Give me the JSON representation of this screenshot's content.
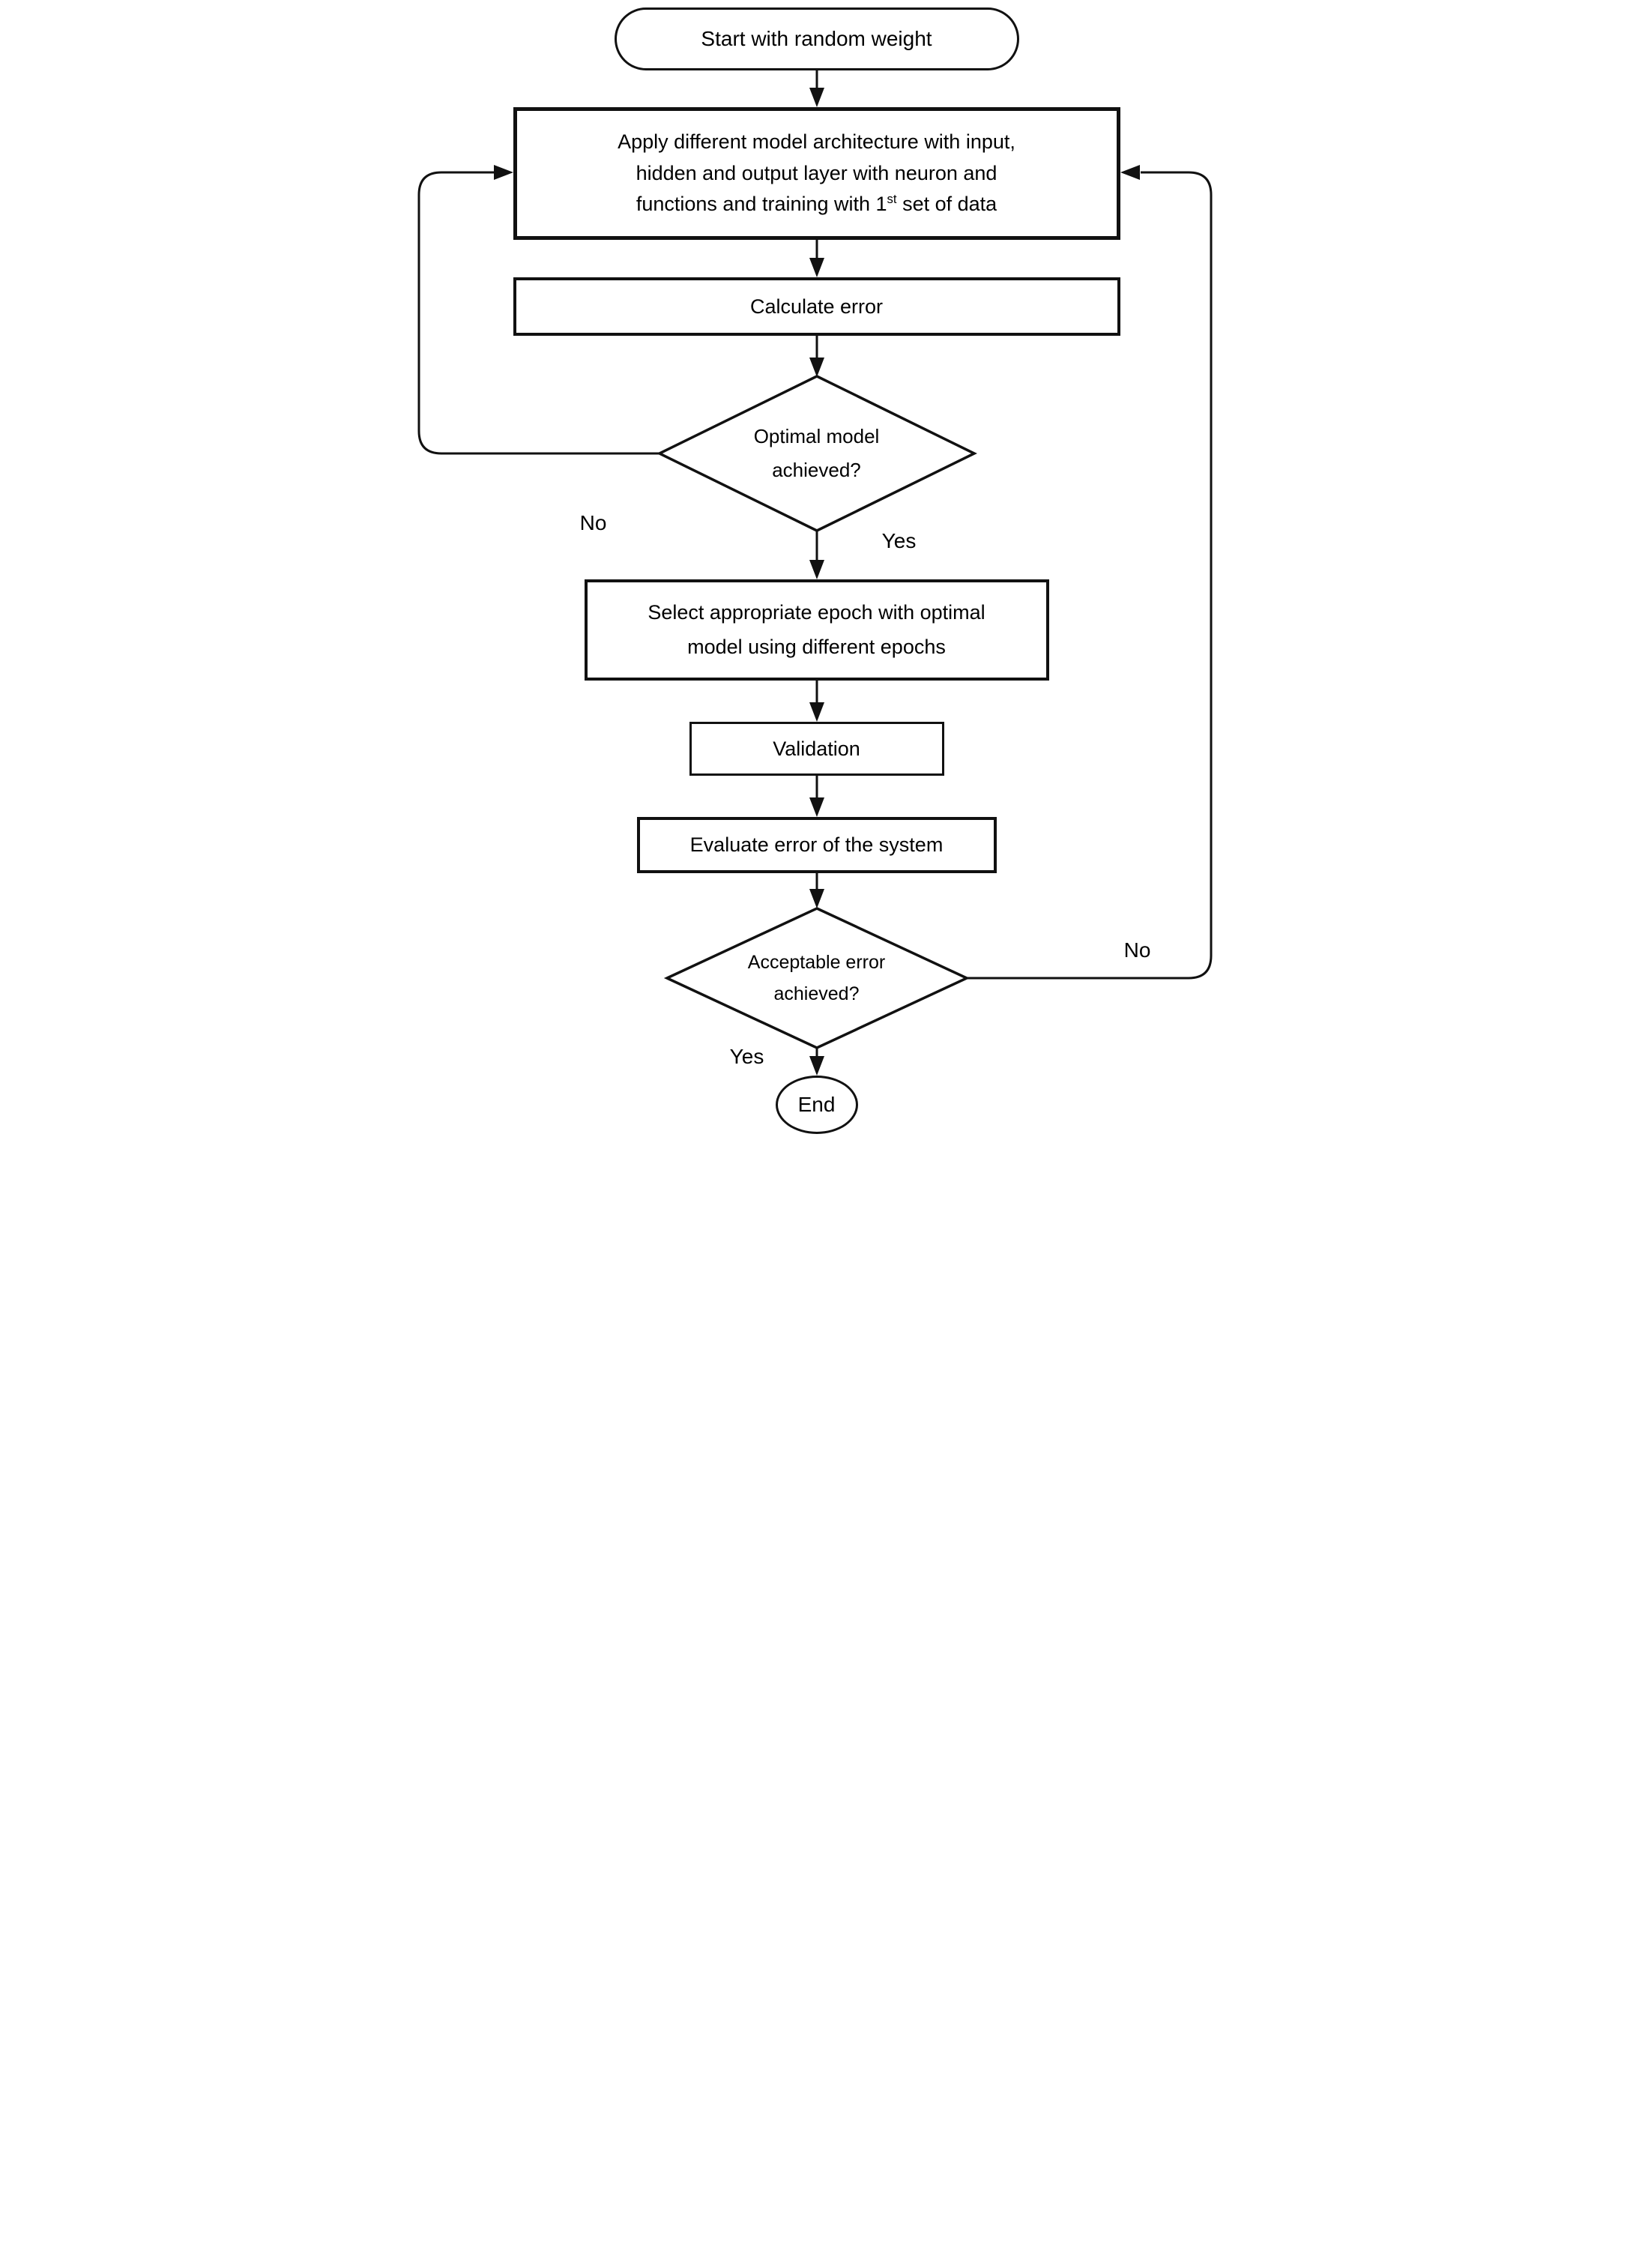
{
  "flowchart": {
    "nodes": {
      "start": {
        "type": "terminator",
        "label": "Start with random weight"
      },
      "apply_model": {
        "type": "process",
        "lines": [
          "Apply different model architecture with input,",
          "hidden and output layer with neuron and"
        ],
        "line3": {
          "prefix": "functions and training with 1",
          "superscript": "st",
          "suffix": " set of data"
        }
      },
      "calculate_error": {
        "type": "process",
        "label": "Calculate error"
      },
      "optimal_model": {
        "type": "decision",
        "lines": [
          "Optimal model",
          "achieved?"
        ]
      },
      "select_epoch": {
        "type": "process",
        "lines": [
          "Select appropriate epoch with optimal",
          "model using different epochs"
        ]
      },
      "validation": {
        "type": "process",
        "label": "Validation"
      },
      "evaluate_error": {
        "type": "process",
        "label": "Evaluate error of the system"
      },
      "acceptable_error": {
        "type": "decision",
        "lines": [
          "Acceptable error",
          "achieved?"
        ]
      },
      "end": {
        "type": "terminator",
        "label": "End"
      }
    },
    "edge_labels": {
      "optimal_no": "No",
      "optimal_yes": "Yes",
      "acceptable_no": "No",
      "acceptable_yes": "Yes"
    },
    "edges": [
      {
        "from": "start",
        "to": "apply_model"
      },
      {
        "from": "apply_model",
        "to": "calculate_error"
      },
      {
        "from": "calculate_error",
        "to": "optimal_model"
      },
      {
        "from": "optimal_model",
        "to": "apply_model",
        "label": "No",
        "side": "left-loop"
      },
      {
        "from": "optimal_model",
        "to": "select_epoch",
        "label": "Yes"
      },
      {
        "from": "select_epoch",
        "to": "validation"
      },
      {
        "from": "validation",
        "to": "evaluate_error"
      },
      {
        "from": "evaluate_error",
        "to": "acceptable_error"
      },
      {
        "from": "acceptable_error",
        "to": "apply_model",
        "label": "No",
        "side": "right-loop"
      },
      {
        "from": "acceptable_error",
        "to": "end",
        "label": "Yes"
      }
    ],
    "colors": {
      "stroke": "#111111",
      "background": "#ffffff",
      "text": "#000000"
    }
  }
}
